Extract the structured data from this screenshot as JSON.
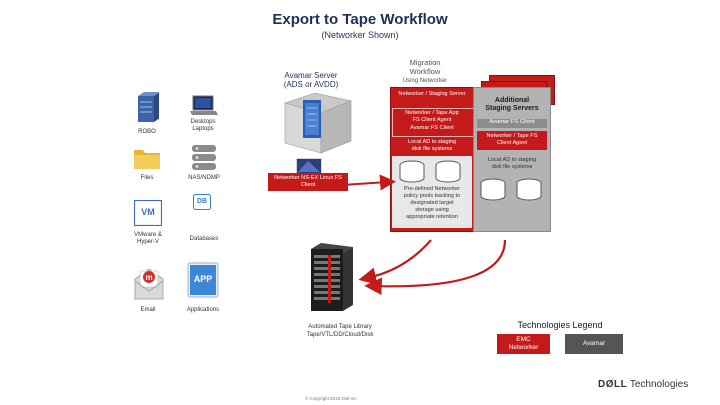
{
  "header": {
    "title": "Export to Tape Workflow",
    "subtitle": "(Networker Shown)"
  },
  "sources": {
    "robo": "ROBO",
    "desktops": "Desktops Laptops",
    "files": "Files",
    "nas": "NAS/NDMP",
    "db_badge": "DB",
    "vm_badge": "VM",
    "vmware": "VMware & Hyper-V",
    "databases": "Databases",
    "email": "Email",
    "app_badge": "APP",
    "applications": "Applications"
  },
  "avamar_server": {
    "label": "Avamar Server (ADS or AVDD)",
    "migration_line1": "Migration",
    "migration_line2": "Workflow",
    "migration_line3": "Using Networker",
    "ns_linux": "Networker NS-EX Linux FS Client"
  },
  "networker_box": {
    "head": "Networker / Staging Server",
    "row1": "Networker / Tape App",
    "row2": "FS Client Agent",
    "row3": "Avamar FS Client",
    "row4": "Local AD to staging",
    "row5": "disk file systems",
    "lower1": "Pre-defined Networker",
    "lower2": "policy pools backing to",
    "lower3": "designated target",
    "lower4": "storage using",
    "lower5": "appropriate retention"
  },
  "staging_box": {
    "head1": "Additional",
    "head2": "Staging Servers",
    "band1": "Avamar FS Client",
    "band2a": "Networker / Tape FS",
    "band2b": "Client Agent",
    "band3a": "Local AD to staging",
    "band3b": "disk file systems"
  },
  "library": {
    "caption1": "Automated Tape Library",
    "caption2": "Tape/VTL/DD/Cloud/Disk"
  },
  "legend": {
    "title": "Technologies Legend",
    "emc1": "EMC",
    "emc2": "Networker",
    "avamar": "Avamar"
  },
  "footer": {
    "copyright": "© Copyright 2018 Dell Inc.",
    "dell_bold": "DØLL",
    "dell_rest": "Technologies"
  },
  "colors": {
    "title": "#1f2f57",
    "networker_red": "#c41a1a",
    "staging_gray": "#b3b3b3",
    "legend_avamar": "#555555"
  }
}
